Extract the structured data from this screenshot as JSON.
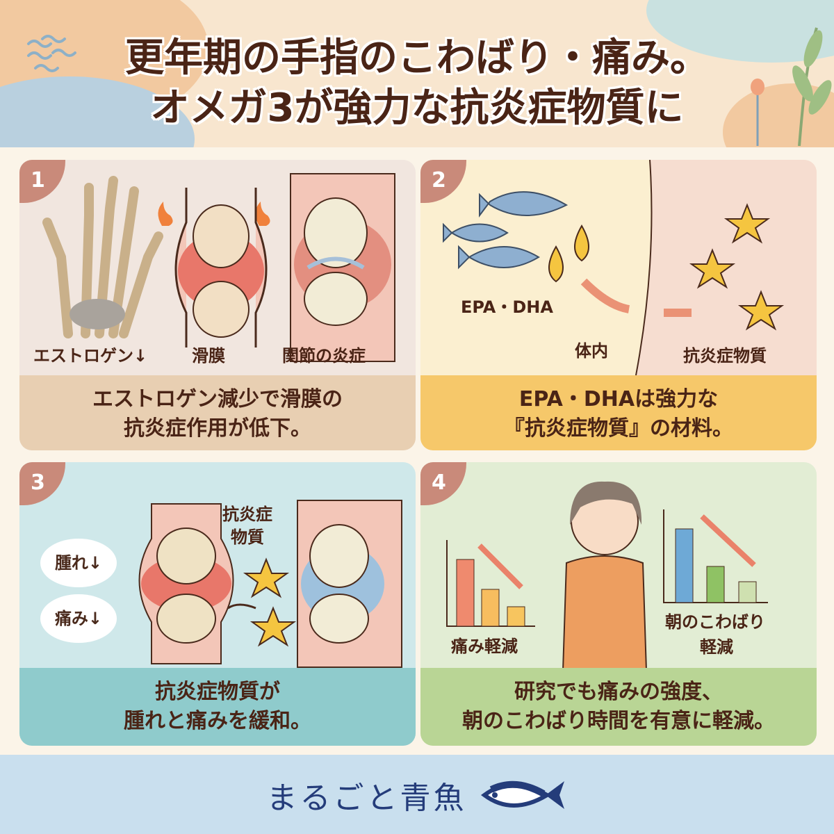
{
  "header": {
    "title_line1": "更年期の手指のこわばり・痛み。",
    "title_line2": "オメガ3が強力な抗炎症物質に"
  },
  "panels": [
    {
      "number": "1",
      "labels": [
        "エストロゲン↓",
        "滑膜",
        "関節の炎症"
      ],
      "caption_line1": "エストロゲン減少で滑膜の",
      "caption_line2": "抗炎症作用が低下。",
      "colors": {
        "bg": "#f1e6df",
        "caption_bg": "#e8cfb2"
      }
    },
    {
      "number": "2",
      "labels": [
        "EPA・DHA",
        "体内",
        "抗炎症物質"
      ],
      "caption_line1": "EPA・DHAは強力な",
      "caption_line2": "『抗炎症物質』の材料。",
      "colors": {
        "bg": "#fbefd0",
        "caption_bg": "#f6c86a"
      }
    },
    {
      "number": "3",
      "labels": [
        "腫れ↓",
        "痛み↓",
        "抗炎症",
        "物質"
      ],
      "caption_line1": "抗炎症物質が",
      "caption_line2": "腫れと痛みを緩和。",
      "colors": {
        "bg": "#cfe8ea",
        "caption_bg": "#8fcbcc"
      }
    },
    {
      "number": "4",
      "labels": [
        "痛み軽減",
        "朝のこわばり",
        "軽減"
      ],
      "caption_line1": "研究でも痛みの強度、",
      "caption_line2": "朝のこわばり時間を有意に軽減。",
      "colors": {
        "bg": "#e2edd4",
        "caption_bg": "#b9d595"
      }
    }
  ],
  "footer": {
    "brand": "まるごと青魚"
  }
}
